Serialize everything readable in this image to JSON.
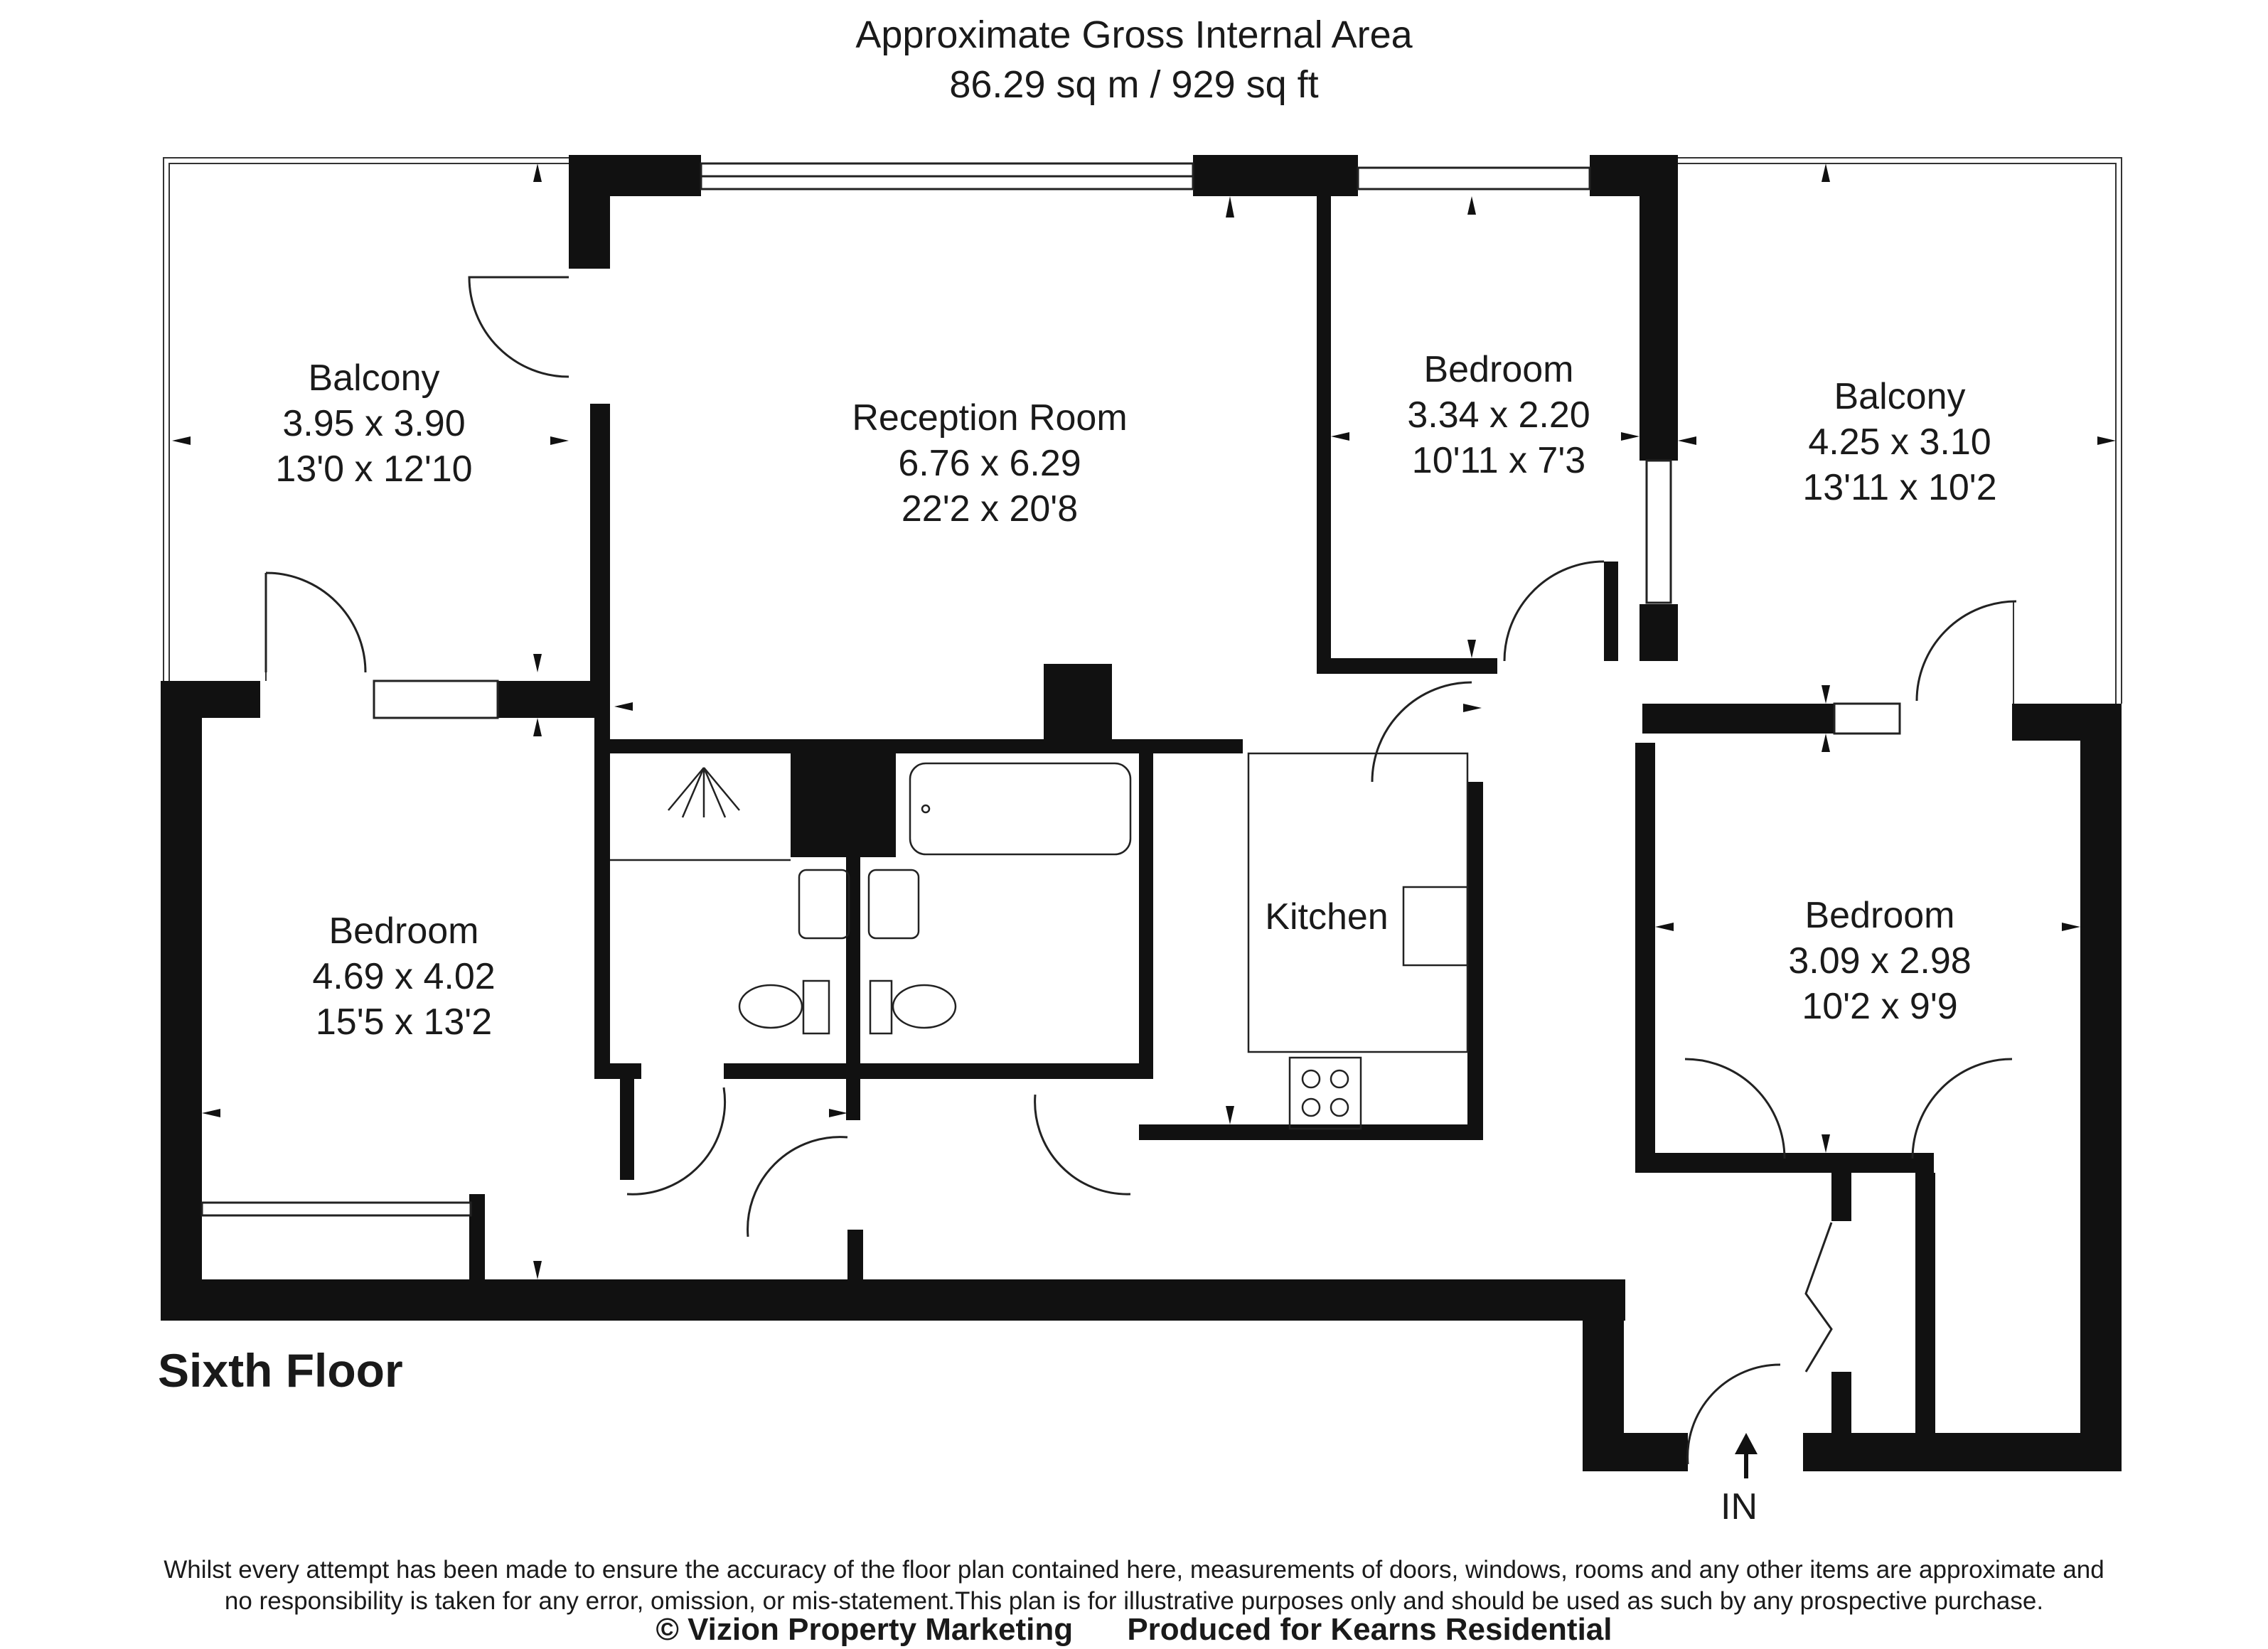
{
  "header": {
    "title": "Approximate Gross Internal Area",
    "area": "86.29 sq m / 929 sq ft"
  },
  "rooms": [
    {
      "id": "balcony-west",
      "name": "Balcony",
      "metric": "3.95 x 3.90",
      "imperial": "13'0 x 12'10"
    },
    {
      "id": "reception",
      "name": "Reception Room",
      "metric": "6.76 x 6.29",
      "imperial": "22'2 x 20'8"
    },
    {
      "id": "bedroom-north",
      "name": "Bedroom",
      "metric": "3.34 x 2.20",
      "imperial": "10'11 x 7'3"
    },
    {
      "id": "balcony-east",
      "name": "Balcony",
      "metric": "4.25 x 3.10",
      "imperial": "13'11 x 10'2"
    },
    {
      "id": "bedroom-west",
      "name": "Bedroom",
      "metric": "4.69 x 4.02",
      "imperial": "15'5 x 13'2"
    },
    {
      "id": "kitchen",
      "name": "Kitchen",
      "metric": "",
      "imperial": ""
    },
    {
      "id": "bedroom-east",
      "name": "Bedroom",
      "metric": "3.09 x 2.98",
      "imperial": "10'2 x 9'9"
    }
  ],
  "floor_label": "Sixth Floor",
  "entry_label": "IN",
  "disclaimer": [
    "Whilst every attempt has been made to ensure the accuracy of the floor plan contained here, measurements of doors, windows, rooms and any other items are approximate and",
    "no responsibility is taken for any error, omission, or mis-statement.This plan is for illustrative purposes only and should be used as such by any prospective purchase."
  ],
  "credits": {
    "copyright": "© Vizion Property Marketing",
    "produced_for": "Produced for Kearns Residential"
  },
  "colors": {
    "wall": "#111111",
    "line": "#222222",
    "background": "#ffffff"
  }
}
